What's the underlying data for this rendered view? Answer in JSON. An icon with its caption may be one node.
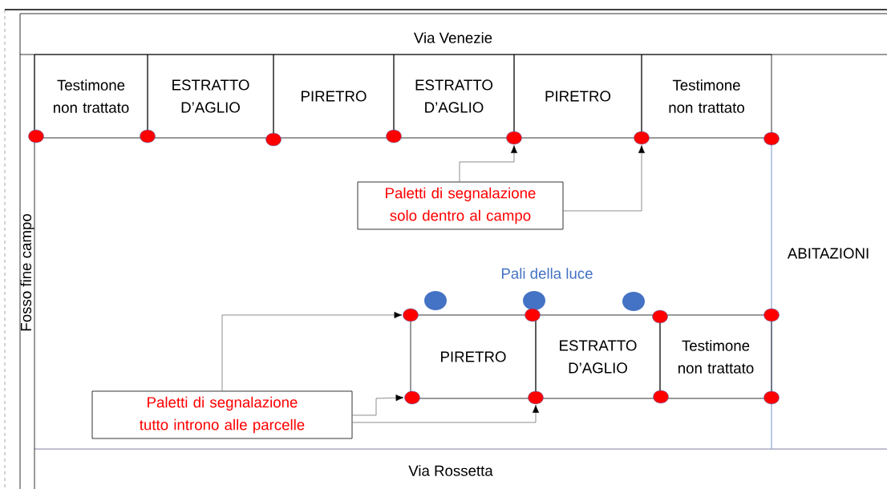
{
  "diagram": {
    "nodes": [
      {
        "text": [
          "Testimone non trattato"
        ]
      },
      {
        "text": [
          "ESTRATTO D’AGLIO"
        ]
      },
      {
        "text": [
          "PIRETRO"
        ]
      },
      {
        "text": [
          "ESTRATTO D’AGLIO"
        ]
      },
      {
        "text": [
          "PIRETRO"
        ]
      },
      {
        "text": [
          "Testimone non trattato"
        ]
      },
      {
        "text": [],
        "shape": "circle"
      },
      {
        "text": [],
        "shape": "circle"
      },
      {
        "text": [],
        "shape": "circle"
      },
      {
        "text": [],
        "shape": "circle"
      },
      {
        "text": [],
        "shape": "circle"
      },
      {
        "text": [],
        "shape": "circle"
      },
      {
        "text": [],
        "shape": "circle"
      },
      {
        "text": [
          "Paletti di segnalazione solo dentro al campo"
        ]
      },
      {
        "text": [
          "PIRETRO"
        ]
      },
      {
        "text": [
          "ESTRATTO D’AGLIO"
        ]
      },
      {
        "text": [
          "Testimone non trattato"
        ]
      },
      {
        "text": [],
        "shape": "circle"
      },
      {
        "text": [],
        "shape": "circle"
      },
      {
        "text": [],
        "shape": "circle"
      },
      {
        "text": [],
        "shape": "circle"
      },
      {
        "text": [],
        "shape": "circle"
      },
      {
        "text": [],
        "shape": "circle"
      },
      {
        "text": [],
        "shape": "circle"
      },
      {
        "text": [],
        "shape": "circle"
      },
      {
        "text": [
          "Paletti di segnalazione tutto introno alle parcelle"
        ]
      }
    ],
    "edges": [
      {
        "from": 13,
        "to": 10,
        "arrow": "to"
      },
      {
        "from": 13,
        "to": 11,
        "arrow": "to"
      },
      {
        "from": 25,
        "to": 17,
        "arrow": "to"
      },
      {
        "from": 25,
        "to": 21,
        "arrow": "to"
      },
      {
        "from": 25,
        "to": 22,
        "arrow": "to"
      }
    ],
    "labels": [
      "Via Venezie",
      "Fosso fine campo",
      "ABITAZIONI",
      "Pali della luce",
      "Via Rossetta"
    ]
  }
}
